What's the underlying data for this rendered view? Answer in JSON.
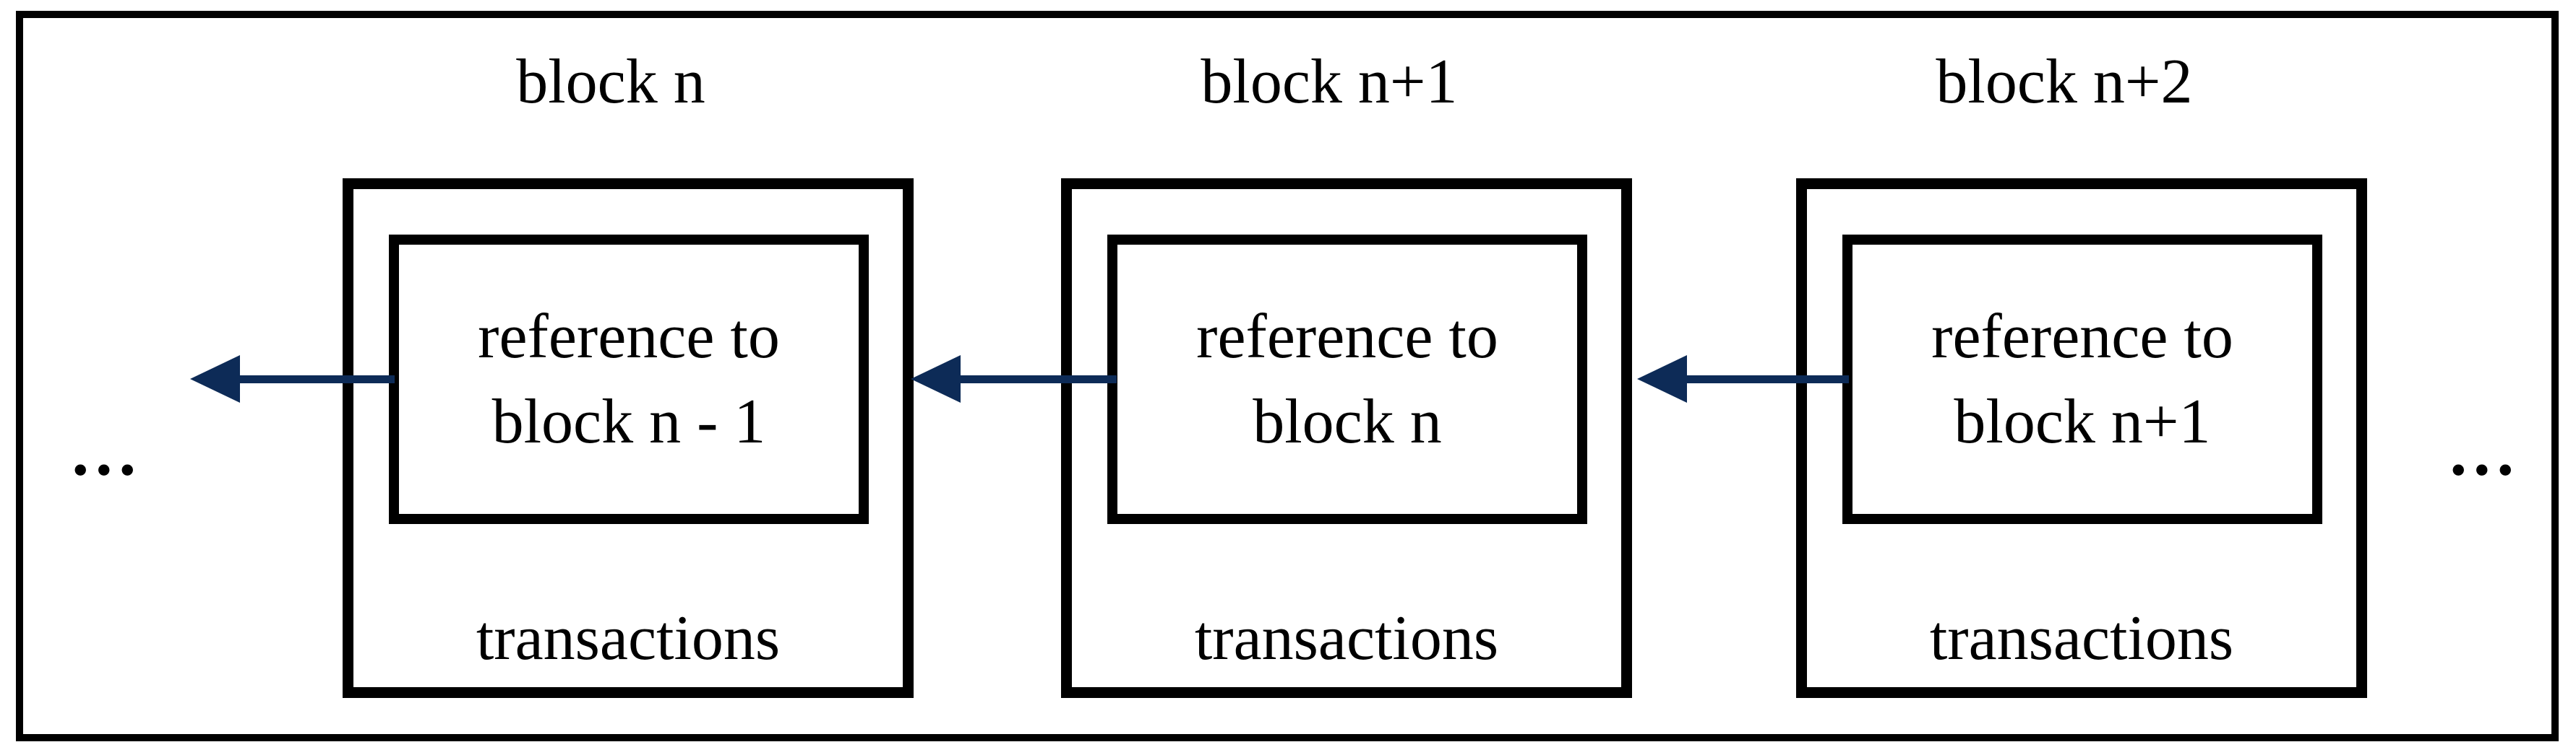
{
  "diagram": {
    "background_color": "#ffffff",
    "border_color": "#000000",
    "arrow_color": "#0d2b57",
    "ellipsis_left": "...",
    "ellipsis_right": "...",
    "blocks": [
      {
        "title": "block n",
        "reference_line1": "reference to",
        "reference_line2": "block n - 1",
        "transactions_label": "transactions"
      },
      {
        "title": "block n+1",
        "reference_line1": "reference to",
        "reference_line2": "block n",
        "transactions_label": "transactions"
      },
      {
        "title": "block n+2",
        "reference_line1": "reference to",
        "reference_line2": "block n+1",
        "transactions_label": "transactions"
      }
    ]
  }
}
